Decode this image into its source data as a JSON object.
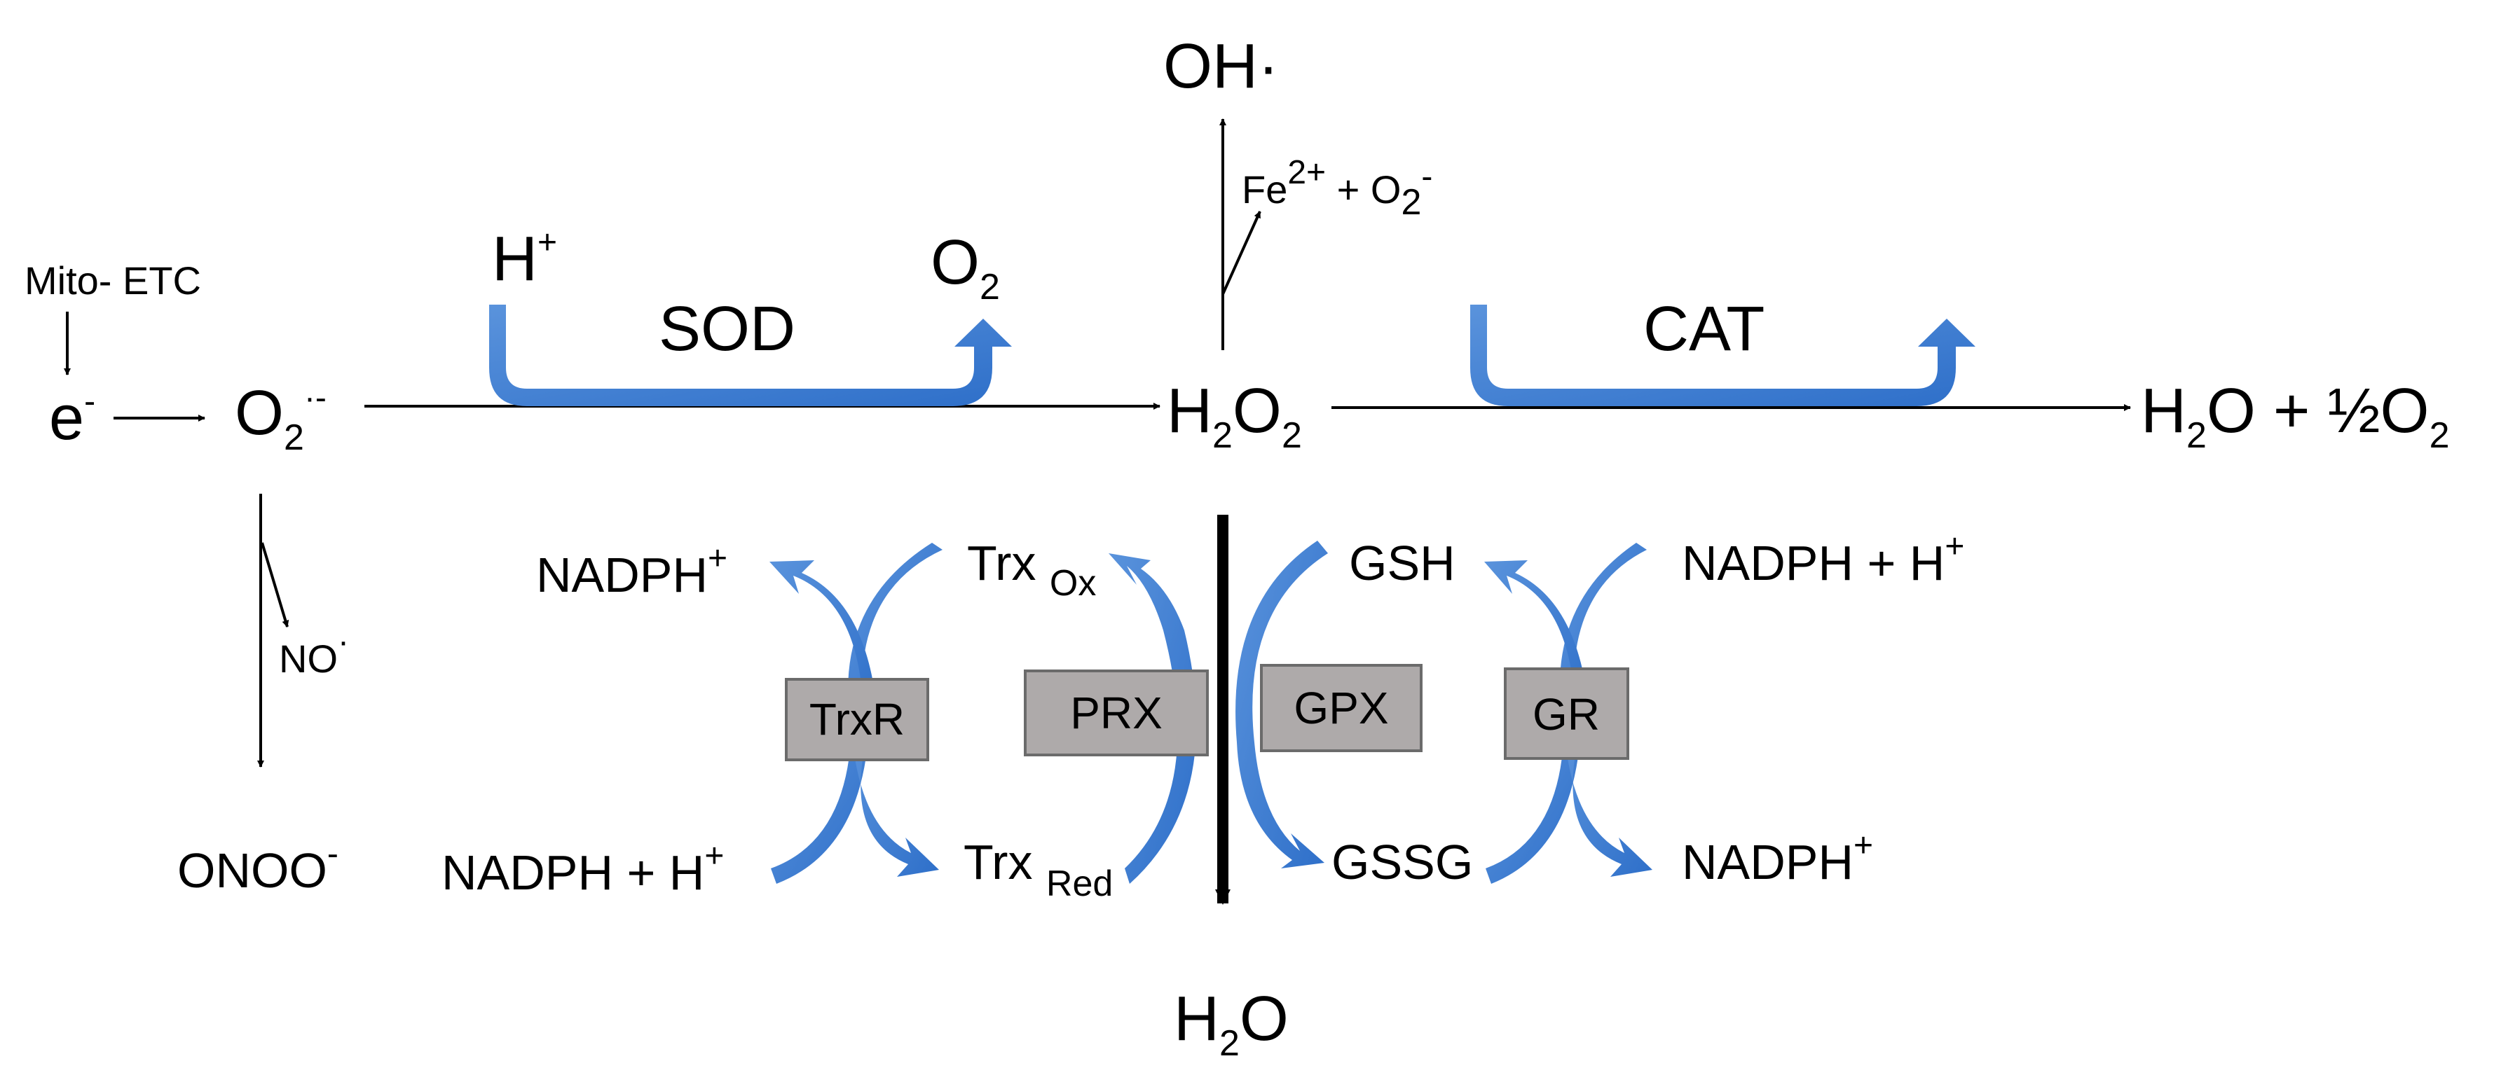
{
  "nodes": {
    "mito_etc": "Mito- ETC",
    "electron": {
      "base": "e",
      "sup": "-"
    },
    "superoxide": {
      "base": "O",
      "sub": "2",
      "sup": "·-"
    },
    "proton": {
      "base": "H",
      "sup": "+"
    },
    "oxygen": {
      "base": "O",
      "sub": "2"
    },
    "hydrogen_peroxide": {
      "a": "H",
      "sub1": "2",
      "b": "O",
      "sub2": "2"
    },
    "hydroxyl": "OH·",
    "fenton": {
      "a": "Fe",
      "sup1": "2+",
      "b": " + O",
      "sub": "2",
      "sup2": "-"
    },
    "water_half_oxygen": {
      "a": "H",
      "sub1": "2",
      "b": "O + ½O",
      "sub2": "2"
    },
    "nitric_oxide": {
      "base": "NO",
      "sup": "·"
    },
    "peroxynitrite": {
      "base": "ONOO",
      "sup": "-"
    },
    "water_bottom": {
      "a": "H",
      "sub": "2",
      "b": "O"
    },
    "trxr_out": {
      "base": "NADPH",
      "sup": "+"
    },
    "trxr_in": {
      "base": "NADPH  + H",
      "sup": "+"
    },
    "trx_ox": {
      "base": "Trx ",
      "sub": "Ox"
    },
    "trx_red": {
      "base": "Trx ",
      "sub": "Red"
    },
    "gsh": "GSH",
    "gssg": "GSSG",
    "gr_in": {
      "base": "NADPH  + H",
      "sup": "+"
    },
    "gr_out": {
      "base": "NADPH",
      "sup": "+"
    }
  },
  "enzymes": {
    "sod": "SOD",
    "cat": "CAT",
    "trxr": "TrxR",
    "prx": "PRX",
    "gpx": "GPX",
    "gr": "GR"
  },
  "colors": {
    "arrow_blue": "#2e6fc9",
    "arrow_blue_light": "#5a93dc",
    "enzyme_box": "#aeaaaa",
    "main_arrow": "#000000"
  }
}
